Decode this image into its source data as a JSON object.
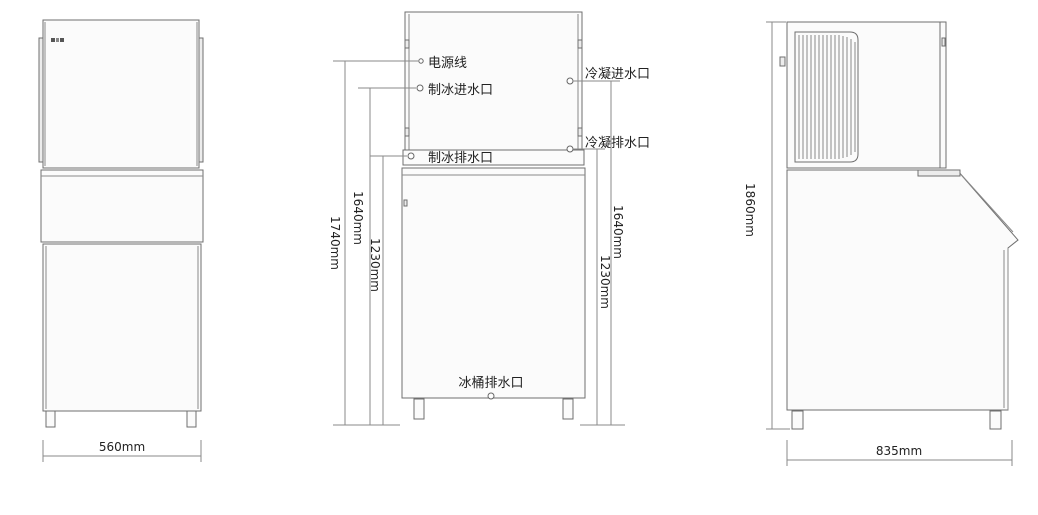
{
  "front_view": {
    "width_label": "560mm"
  },
  "middle_view": {
    "labels": {
      "power_cord": "电源线",
      "ice_inlet": "制冰进水口",
      "ice_drain": "制冰排水口",
      "condenser_inlet": "冷凝进水口",
      "condenser_drain": "冷凝排水口",
      "bin_drain": "冰桶排水口"
    },
    "dims": {
      "left_1740": "1740mm",
      "left_1640": "1640mm",
      "left_1230": "1230mm",
      "right_1640": "1640mm",
      "right_1230": "1230mm"
    }
  },
  "side_view": {
    "height_label": "1860mm",
    "depth_label": "835mm"
  }
}
